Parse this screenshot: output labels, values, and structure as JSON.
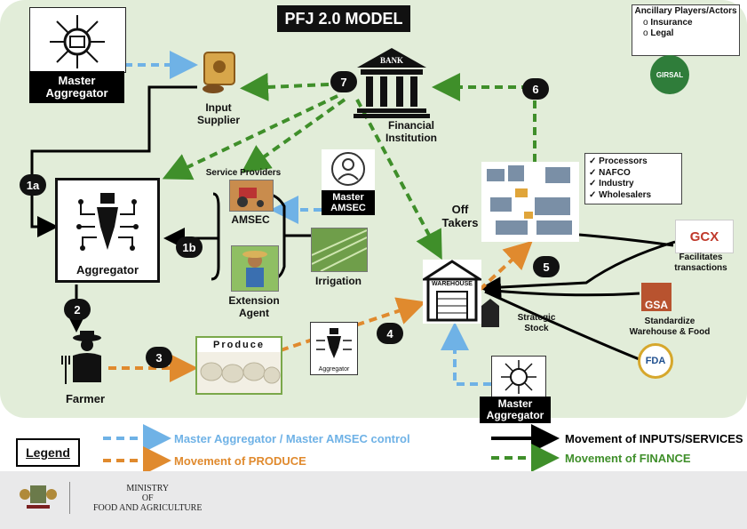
{
  "title": "PFJ 2.0  MODEL",
  "ancillary": {
    "heading": "Ancillary Players/Actors",
    "items": [
      "Insurance",
      "Legal"
    ]
  },
  "logos": {
    "girsal": "GIRSAL",
    "gcx": "GCX",
    "gsa": "GSA",
    "fda": "FDA",
    "bank": "BANK",
    "warehouse": "WAREHOUSE",
    "produce": "Produce"
  },
  "nodes": {
    "master_aggregator_top": "Master Aggregator",
    "input_supplier": "Input Supplier",
    "financial_institution": "Financial Institution",
    "aggregator": "Aggregator",
    "aggregator_small": "Aggregator",
    "service_providers": "Service Providers",
    "amsec": "AMSEC",
    "master_amsec": "Master AMSEC",
    "extension_agent": "Extension Agent",
    "irrigation": "Irrigation",
    "farmer": "Farmer",
    "off_takers": "Off Takers",
    "strategic_stock": "Strategic Stock",
    "master_aggregator_bottom": "Master Aggregator",
    "facilitates": "Facilitates transactions",
    "standardize": "Standardize Warehouse & Food"
  },
  "offtakers_list": [
    "Processors",
    "NAFCO",
    "Industry",
    "Wholesalers"
  ],
  "steps": [
    "1a",
    "1b",
    "2",
    "3",
    "4",
    "5",
    "6",
    "7"
  ],
  "legend": {
    "title": "Legend",
    "blue": "Master Aggregator / Master AMSEC control",
    "orange": "Movement of PRODUCE",
    "black": "Movement of INPUTS/SERVICES",
    "green": "Movement of FINANCE"
  },
  "colors": {
    "blue": "#6fb2e6",
    "orange": "#e08a2e",
    "green": "#3f8f2a",
    "black": "#000000",
    "panel": "#e2edd9"
  },
  "footer": {
    "line1": "MINISTRY",
    "line2": "OF",
    "line3": "FOOD AND AGRICULTURE"
  }
}
